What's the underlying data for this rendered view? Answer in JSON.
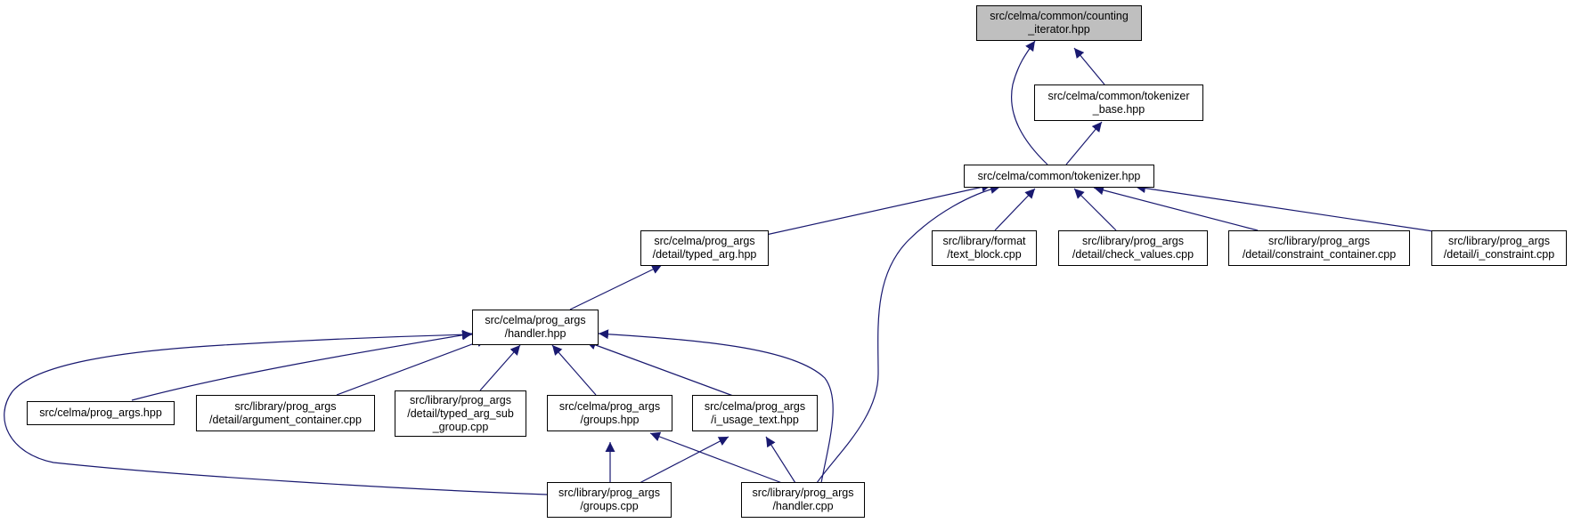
{
  "colors": {
    "edge": "#191970",
    "root_fill": "#bfbfbf",
    "node_fill": "#ffffff",
    "border": "#000000"
  },
  "nodes": {
    "counting_iterator": "src/celma/common/counting\n_iterator.hpp",
    "tokenizer_base": "src/celma/common/tokenizer\n_base.hpp",
    "tokenizer": "src/celma/common/tokenizer.hpp",
    "typed_arg": "src/celma/prog_args\n/detail/typed_arg.hpp",
    "text_block": "src/library/format\n/text_block.cpp",
    "check_values": "src/library/prog_args\n/detail/check_values.cpp",
    "constraint_container": "src/library/prog_args\n/detail/constraint_container.cpp",
    "i_constraint": "src/library/prog_args\n/detail/i_constraint.cpp",
    "handler_hpp": "src/celma/prog_args\n/handler.hpp",
    "prog_args_hpp": "src/celma/prog_args.hpp",
    "argument_container": "src/library/prog_args\n/detail/argument_container.cpp",
    "typed_arg_sub_group": "src/library/prog_args\n/detail/typed_arg_sub\n_group.cpp",
    "groups_hpp": "src/celma/prog_args\n/groups.hpp",
    "i_usage_text": "src/celma/prog_args\n/i_usage_text.hpp",
    "groups_cpp": "src/library/prog_args\n/groups.cpp",
    "handler_cpp": "src/library/prog_args\n/handler.cpp"
  }
}
